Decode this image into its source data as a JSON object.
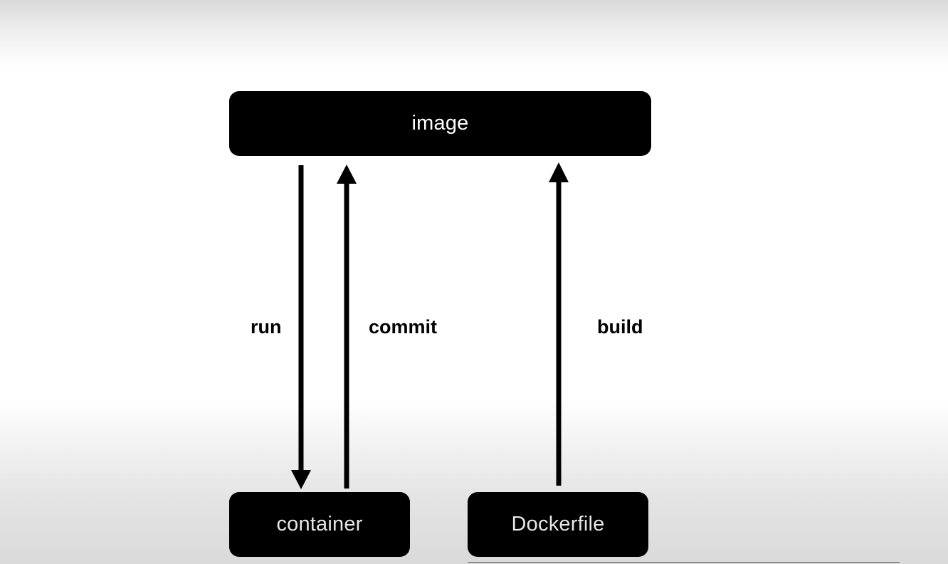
{
  "diagram": {
    "nodes": {
      "image": "image",
      "container": "container",
      "dockerfile": "Dockerfile"
    },
    "edges": {
      "run": "run",
      "commit": "commit",
      "build": "build"
    }
  },
  "colors": {
    "node_fill": "#000000",
    "node_text": "#ffffff",
    "container_text": "#e6e6e6",
    "arrow": "#000000"
  }
}
